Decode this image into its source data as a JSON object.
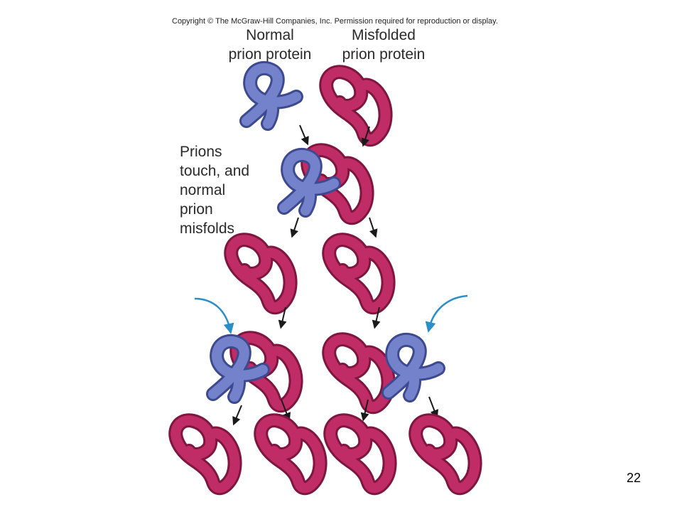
{
  "copyright": "Copyright © The McGraw-Hill Companies, Inc. Permission required for reproduction or display.",
  "labels": {
    "normal": [
      "Normal",
      "prion protein"
    ],
    "misfolded": [
      "Misfolded",
      "prion protein"
    ],
    "touch": [
      "Prions",
      "touch, and",
      "normal",
      "prion",
      "misfolds"
    ]
  },
  "page_number": "22",
  "colors": {
    "normal_protein": "#6a78c0",
    "misfolded_protein": "#b0255a",
    "new_normal_arrow": "#2a8fc7",
    "arrow": "#1a1a1a"
  }
}
